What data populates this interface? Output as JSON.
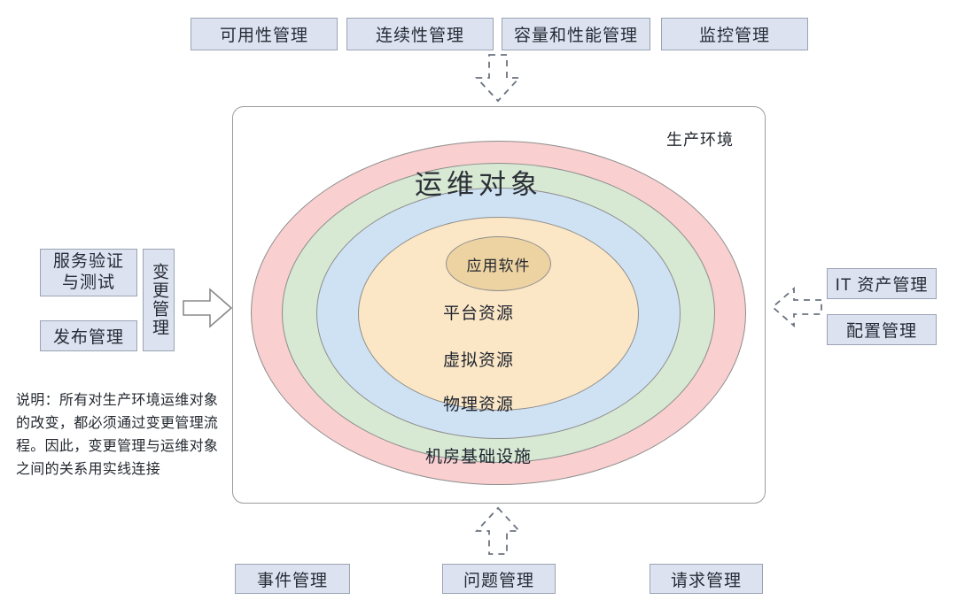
{
  "diagram": {
    "title": "运维对象",
    "environment_label": "生产环境",
    "note": "说明：所有对生产环境运维对象的改变，都必须通过变更管理流程。因此，变更管理与运维对象之间的关系用实线连接"
  },
  "rings": [
    {
      "label": "机房基础设施",
      "color": "#f9cfcf"
    },
    {
      "label": "物理资源",
      "color": "#d7e8d3"
    },
    {
      "label": "虚拟资源",
      "color": "#cfe2f3"
    },
    {
      "label": "平台资源",
      "color": "#fbe7c5"
    },
    {
      "label": "应用软件",
      "color": "#eed3a2"
    }
  ],
  "top_boxes": [
    {
      "label": "可用性管理"
    },
    {
      "label": "连续性管理"
    },
    {
      "label": "容量和性能管理"
    },
    {
      "label": "监控管理"
    }
  ],
  "left_boxes": [
    {
      "label": "服务验证与测试"
    },
    {
      "label": "发布管理"
    },
    {
      "label": "变更管理"
    }
  ],
  "right_boxes": [
    {
      "label": "IT 资产管理"
    },
    {
      "label": "配置管理"
    }
  ],
  "bottom_boxes": [
    {
      "label": "事件管理"
    },
    {
      "label": "问题管理"
    },
    {
      "label": "请求管理"
    }
  ],
  "arrows": [
    {
      "name": "top-dashed-arrow-down",
      "style": "dashed",
      "direction": "down"
    },
    {
      "name": "left-solid-arrow-right",
      "style": "solid",
      "direction": "right"
    },
    {
      "name": "right-dashed-arrow-left",
      "style": "dashed",
      "direction": "left"
    },
    {
      "name": "bottom-dashed-arrow-up",
      "style": "dashed",
      "direction": "up"
    }
  ],
  "colors": {
    "box_fill": "#dce2ef",
    "box_border": "#9aa3b4",
    "panel_border": "#9b9b9b",
    "ring_border": "#8e8e8e",
    "text": "#23282f"
  }
}
